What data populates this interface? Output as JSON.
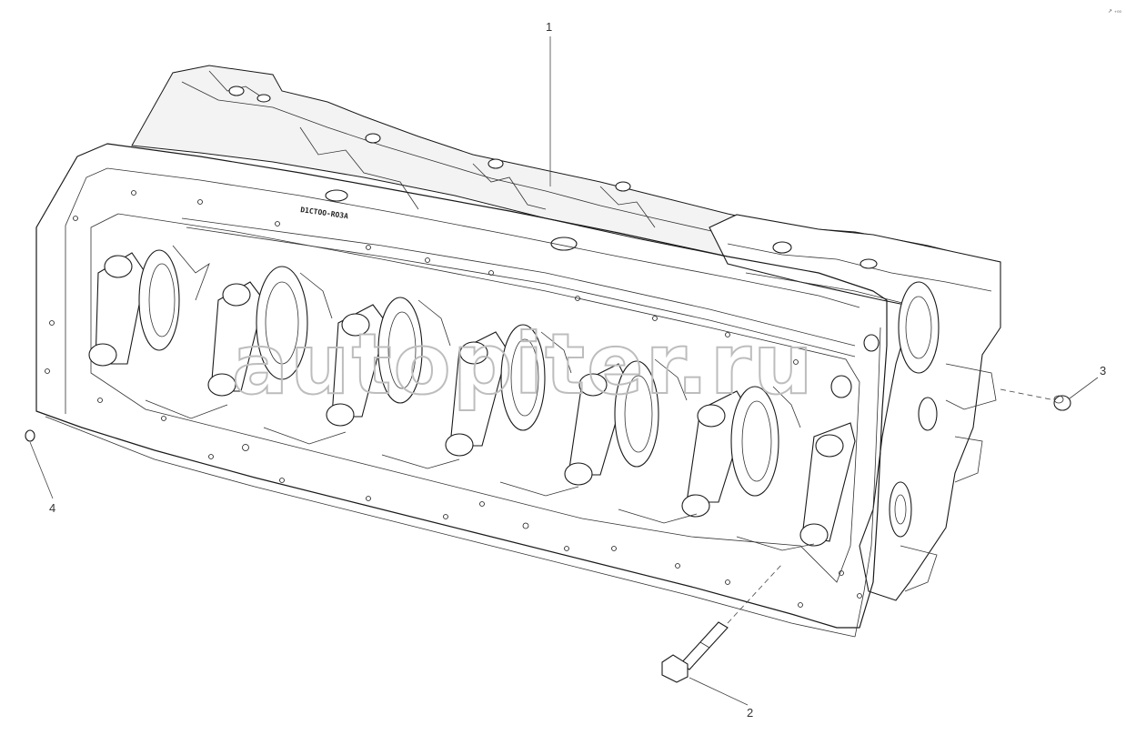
{
  "corner_mark": "↗ ₊₀₀",
  "block_stamp": "D1CTOO-RO3A",
  "watermark": "autopiter.ru",
  "callouts": [
    {
      "id": "1"
    },
    {
      "id": "2"
    },
    {
      "id": "3"
    },
    {
      "id": "4"
    }
  ],
  "colors": {
    "line": "#1a1a1a",
    "background": "#ffffff",
    "watermark": "#bdbdbd"
  }
}
